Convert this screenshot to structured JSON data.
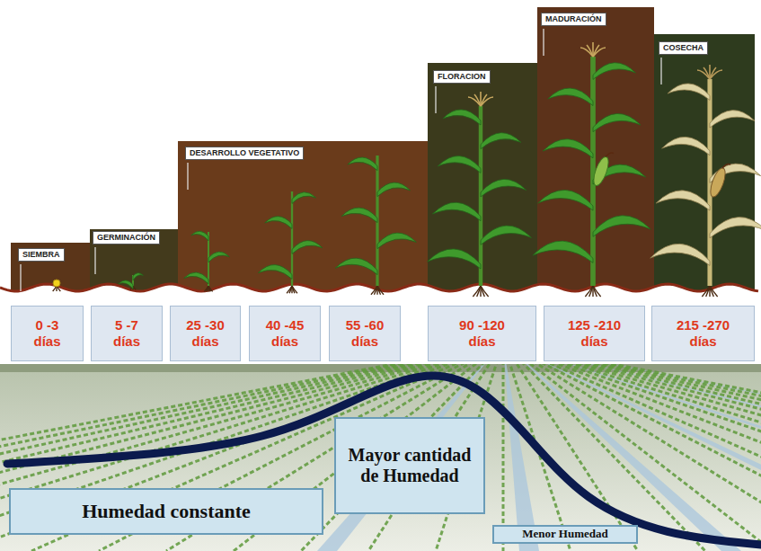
{
  "diagram": {
    "nodes": [
      {
        "text": [
          "SIEMBRA"
        ]
      },
      {
        "text": [
          "GERMINACIÓN"
        ]
      },
      {
        "text": [
          "DESARROLLO VEGETATIVO"
        ]
      },
      {
        "text": [
          "FLORACION"
        ]
      },
      {
        "text": [
          "MADURACIÓN"
        ]
      },
      {
        "text": [
          "COSECHA"
        ]
      },
      {
        "text": [
          "0 -3 días"
        ]
      },
      {
        "text": [
          "5 -7 días"
        ]
      },
      {
        "text": [
          "25 -30 días"
        ]
      },
      {
        "text": [
          "40 -45 días"
        ]
      },
      {
        "text": [
          "55 -60 días"
        ]
      },
      {
        "text": [
          "90 -120 días"
        ]
      },
      {
        "text": [
          "125 -210 días"
        ]
      },
      {
        "text": [
          "215 -270 días"
        ]
      },
      {
        "text": [
          "Humedad constante"
        ]
      },
      {
        "text": [
          "Mayor cantidad de Humedad"
        ]
      },
      {
        "text": [
          "Menor Humedad"
        ]
      }
    ]
  }
}
